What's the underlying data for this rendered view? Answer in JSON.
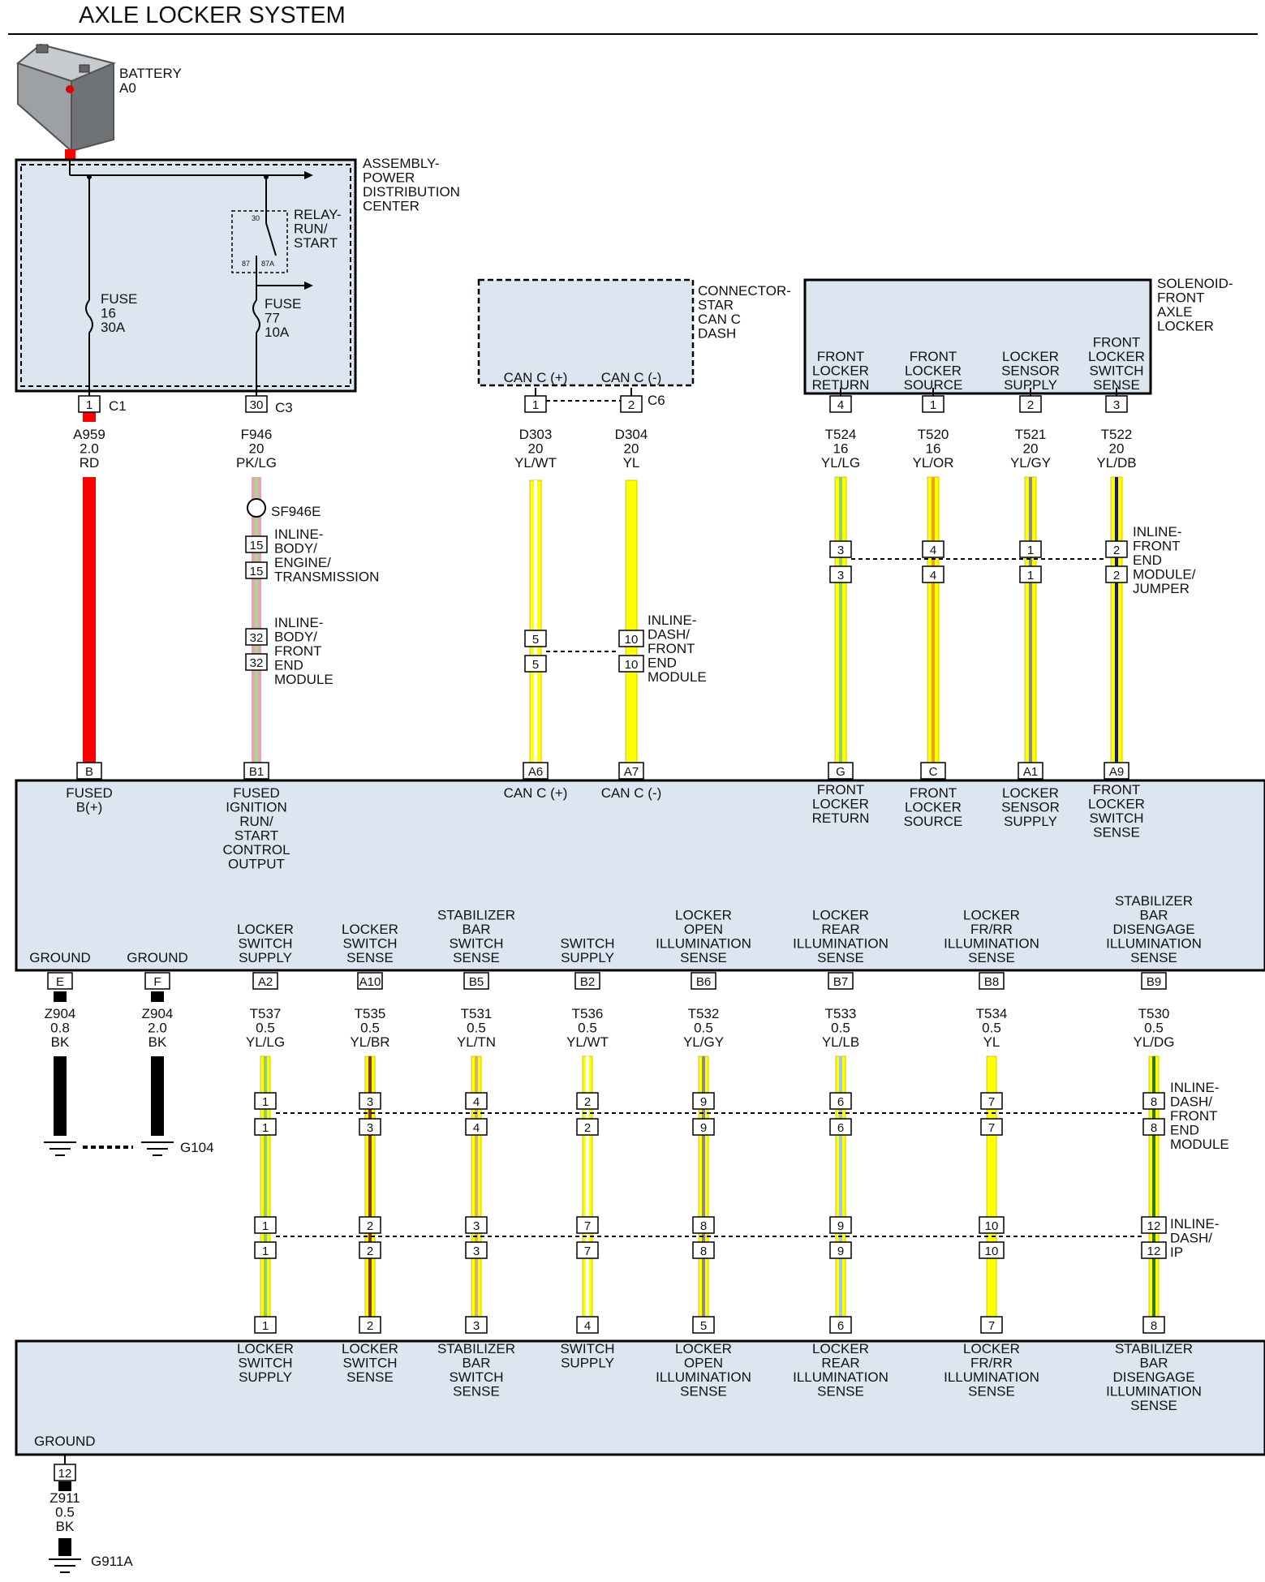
{
  "title": "AXLE LOCKER SYSTEM",
  "battery": {
    "line1": "BATTERY",
    "line2": "A0"
  },
  "pdc": {
    "name": [
      "ASSEMBLY-",
      "POWER",
      "DISTRIBUTION",
      "CENTER"
    ],
    "relay": [
      "RELAY-",
      "RUN/",
      "START"
    ],
    "relay_pins": [
      "30",
      "87",
      "87A"
    ],
    "fuse16": [
      "FUSE",
      "16",
      "30A"
    ],
    "fuse77": [
      "FUSE",
      "77",
      "10A"
    ]
  },
  "star_connector": {
    "name": [
      "CONNECTOR-",
      "STAR",
      "CAN C",
      "DASH"
    ],
    "pin_labels": [
      "CAN C (+)",
      "CAN C (-)"
    ]
  },
  "solenoid": {
    "name": [
      "SOLENOID-",
      "FRONT",
      "AXLE",
      "LOCKER"
    ],
    "pin_labels": [
      [
        "FRONT",
        "LOCKER",
        "RETURN"
      ],
      [
        "FRONT",
        "LOCKER",
        "SOURCE"
      ],
      [
        "LOCKER",
        "SENSOR",
        "SUPPLY"
      ],
      [
        "FRONT",
        "LOCKER",
        "SWITCH",
        "SENSE"
      ]
    ]
  },
  "connector_ids": {
    "c1": "C1",
    "c3": "C3",
    "c6": "C6"
  },
  "top_pins": [
    "1",
    "30",
    "1",
    "2",
    "4",
    "1",
    "2",
    "3"
  ],
  "upper_wires": [
    [
      "A959",
      "2.0",
      "RD"
    ],
    [
      "F946",
      "20",
      "PK/LG"
    ],
    [
      "D303",
      "20",
      "YL/WT"
    ],
    [
      "D304",
      "20",
      "YL"
    ],
    [
      "T524",
      "16",
      "YL/LG"
    ],
    [
      "T520",
      "16",
      "YL/OR"
    ],
    [
      "T521",
      "20",
      "YL/GY"
    ],
    [
      "T522",
      "20",
      "YL/DB"
    ]
  ],
  "splice": "SF946E",
  "inline_body_engine": {
    "pins": [
      "15",
      "15"
    ],
    "label": [
      "INLINE-",
      "BODY/",
      "ENGINE/",
      "TRANSMISSION"
    ]
  },
  "inline_body_front": {
    "pins": [
      "32",
      "32"
    ],
    "label": [
      "INLINE-",
      "BODY/",
      "FRONT",
      "END",
      "MODULE"
    ]
  },
  "inline_dash_front_upper": {
    "pins": [
      [
        "5",
        "5"
      ],
      [
        "10",
        "10"
      ]
    ],
    "label": [
      "INLINE-",
      "DASH/",
      "FRONT",
      "END",
      "MODULE"
    ]
  },
  "inline_front_jumper": {
    "pins": [
      [
        "3",
        "3"
      ],
      [
        "4",
        "4"
      ],
      [
        "1",
        "1"
      ],
      [
        "2",
        "2"
      ]
    ],
    "label": [
      "INLINE-",
      "FRONT",
      "END",
      "MODULE/",
      "JUMPER"
    ]
  },
  "module_top_pins": [
    "B",
    "B1",
    "A6",
    "A7",
    "G",
    "C",
    "A1",
    "A9"
  ],
  "module_top_labels": [
    [
      "FUSED",
      "B(+)"
    ],
    [
      "FUSED",
      "IGNITION",
      "RUN/",
      "START",
      "CONTROL",
      "OUTPUT"
    ],
    [
      "CAN C (+)"
    ],
    [
      "CAN C (-)"
    ],
    [
      "FRONT",
      "LOCKER",
      "RETURN"
    ],
    [
      "FRONT",
      "LOCKER",
      "SOURCE"
    ],
    [
      "LOCKER",
      "SENSOR",
      "SUPPLY"
    ],
    [
      "FRONT",
      "LOCKER",
      "SWITCH",
      "SENSE"
    ]
  ],
  "module_bottom_labels": [
    [
      "GROUND"
    ],
    [
      "GROUND"
    ],
    [
      "LOCKER",
      "SWITCH",
      "SUPPLY"
    ],
    [
      "LOCKER",
      "SWITCH",
      "SENSE"
    ],
    [
      "STABILIZER",
      "BAR",
      "SWITCH",
      "SENSE"
    ],
    [
      "SWITCH",
      "SUPPLY"
    ],
    [
      "LOCKER",
      "OPEN",
      "ILLUMINATION",
      "SENSE"
    ],
    [
      "LOCKER",
      "REAR",
      "ILLUMINATION",
      "SENSE"
    ],
    [
      "LOCKER",
      "FR/RR",
      "ILLUMINATION",
      "SENSE"
    ],
    [
      "STABILIZER",
      "BAR",
      "DISENGAGE",
      "ILLUMINATION",
      "SENSE"
    ]
  ],
  "module_bottom_pins": [
    "E",
    "F",
    "A2",
    "A10",
    "B5",
    "B2",
    "B6",
    "B7",
    "B8",
    "B9"
  ],
  "lower_wires": [
    [
      "Z904",
      "0.8",
      "BK"
    ],
    [
      "Z904",
      "2.0",
      "BK"
    ],
    [
      "T537",
      "0.5",
      "YL/LG"
    ],
    [
      "T535",
      "0.5",
      "YL/BR"
    ],
    [
      "T531",
      "0.5",
      "YL/TN"
    ],
    [
      "T536",
      "0.5",
      "YL/WT"
    ],
    [
      "T532",
      "0.5",
      "YL/GY"
    ],
    [
      "T533",
      "0.5",
      "YL/LB"
    ],
    [
      "T534",
      "0.5",
      "YL"
    ],
    [
      "T530",
      "0.5",
      "YL/DG"
    ]
  ],
  "ground_g104": "G104",
  "inline_dash_front_lower": {
    "pins": [
      "1",
      "3",
      "4",
      "2",
      "9",
      "6",
      "7",
      "8"
    ],
    "label": [
      "INLINE-",
      "DASH/",
      "FRONT",
      "END",
      "MODULE"
    ]
  },
  "inline_dash_ip": {
    "pins": [
      "1",
      "2",
      "3",
      "7",
      "8",
      "9",
      "10",
      "12"
    ],
    "label": [
      "INLINE-",
      "DASH/",
      "IP"
    ]
  },
  "switch_pins": [
    "1",
    "2",
    "3",
    "4",
    "5",
    "6",
    "7",
    "8"
  ],
  "switch_labels": [
    [
      "LOCKER",
      "SWITCH",
      "SUPPLY"
    ],
    [
      "LOCKER",
      "SWITCH",
      "SENSE"
    ],
    [
      "STABILIZER",
      "BAR",
      "SWITCH",
      "SENSE"
    ],
    [
      "SWITCH",
      "SUPPLY"
    ],
    [
      "LOCKER",
      "OPEN",
      "ILLUMINATION",
      "SENSE"
    ],
    [
      "LOCKER",
      "REAR",
      "ILLUMINATION",
      "SENSE"
    ],
    [
      "LOCKER",
      "FR/RR",
      "ILLUMINATION",
      "SENSE"
    ],
    [
      "STABILIZER",
      "BAR",
      "DISENGAGE",
      "ILLUMINATION",
      "SENSE"
    ]
  ],
  "switch_ground": {
    "label": "GROUND",
    "pin": "12",
    "wire": [
      "Z911",
      "0.5",
      "BK"
    ],
    "ground_id": "G911A"
  },
  "colors": {
    "panel": "#dce6f1",
    "red": "#ff0000",
    "yellow": "#ffff00",
    "black": "#000000",
    "pink": "#e8a8b0",
    "lightgreen": "#9ad47a"
  }
}
